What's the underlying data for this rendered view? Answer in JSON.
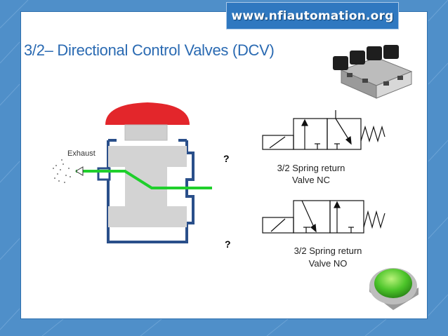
{
  "header": {
    "url": "www.nfiautomation.org"
  },
  "slide": {
    "title": "3/2– Directional Control Valves (DCV)",
    "exhaust_label": "Exhaust",
    "question_marks": [
      "?",
      "?"
    ],
    "symbols": [
      {
        "caption_line1": "3/2 Spring return",
        "caption_line2": "Valve NC"
      },
      {
        "caption_line1": "3/2 Spring return",
        "caption_line2": "Valve NO"
      }
    ]
  },
  "colors": {
    "background": "#4f8fc9",
    "title": "#2a6ab2",
    "button_cap": "#e3262b",
    "valve_body": "#d3d3d3",
    "valve_outline": "#2a4f8a",
    "flow_line": "#1fcf2c",
    "green_button": "#4cc42a"
  }
}
